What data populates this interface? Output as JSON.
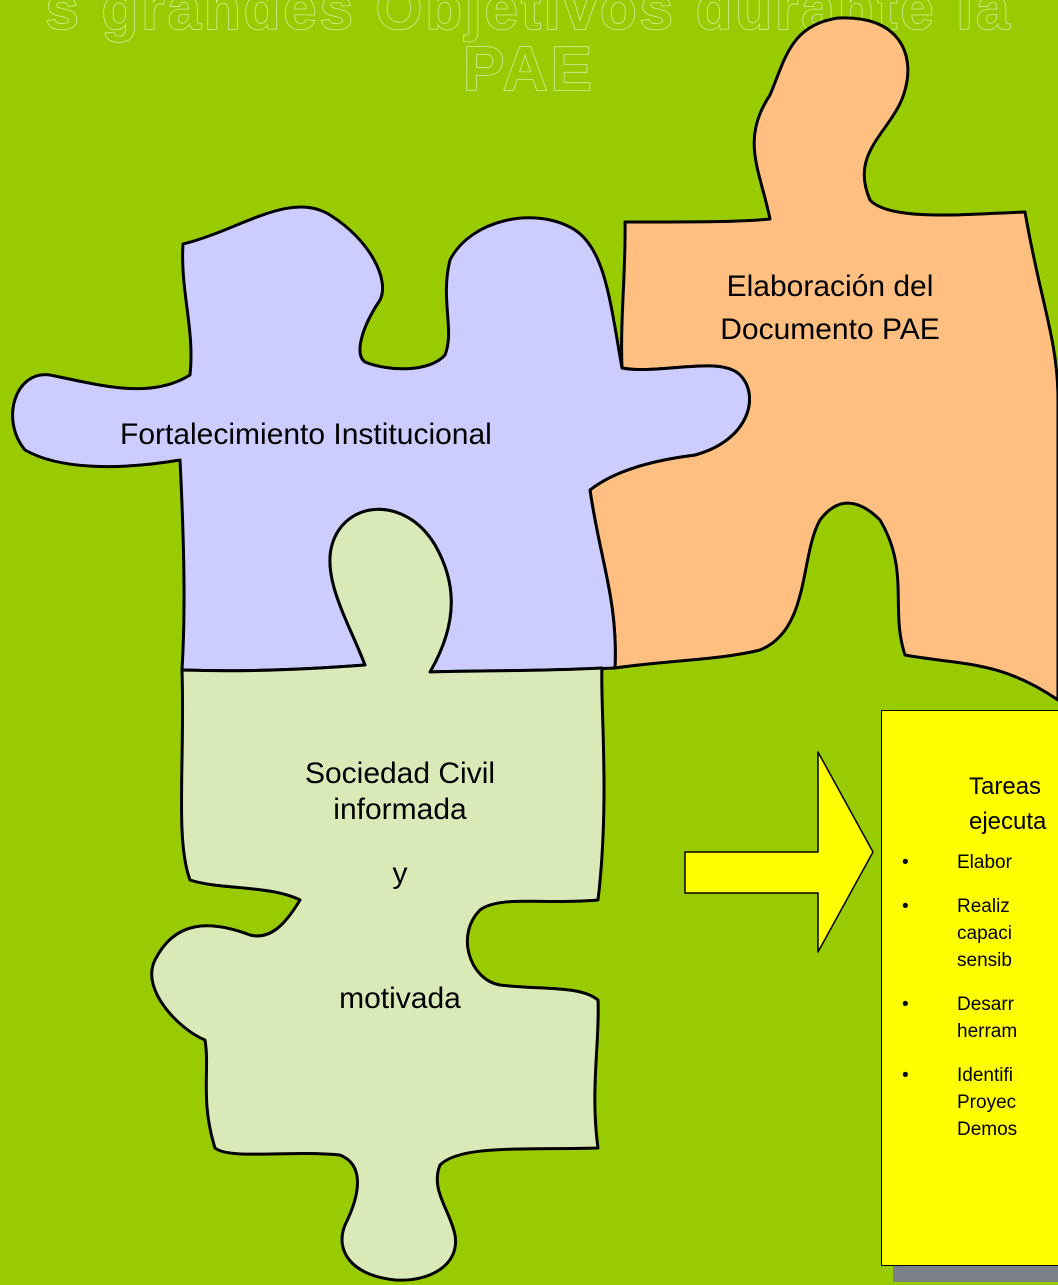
{
  "title": {
    "line1": "s grandes Objetivos durante la",
    "line2": "PAE"
  },
  "pieces": {
    "purple": "Fortalecimiento Institucional",
    "orange_line1": "Elaboración del",
    "orange_line2": "Documento PAE",
    "green_line1": "Sociedad Civil",
    "green_line2": "informada",
    "green_line3": "y",
    "green_line4": "motivada"
  },
  "colors": {
    "background": "#99cc00",
    "purple_piece": "#ccccff",
    "orange_piece": "#ffbf80",
    "green_piece": "#d9eab8",
    "arrow": "#ffff00",
    "task_box": "#ffff00"
  },
  "tasks": {
    "title_line1": "Tareas",
    "title_line2": "ejecuta",
    "items": [
      {
        "bullet": "•",
        "lines": [
          "Elabor"
        ]
      },
      {
        "bullet": "•",
        "lines": [
          "Realiz",
          "capaci",
          "sensib"
        ]
      },
      {
        "bullet": "•",
        "lines": [
          "Desarr",
          "herram"
        ]
      },
      {
        "bullet": "•",
        "lines": [
          "Identifi",
          "Proyec",
          "Demos"
        ]
      }
    ]
  }
}
